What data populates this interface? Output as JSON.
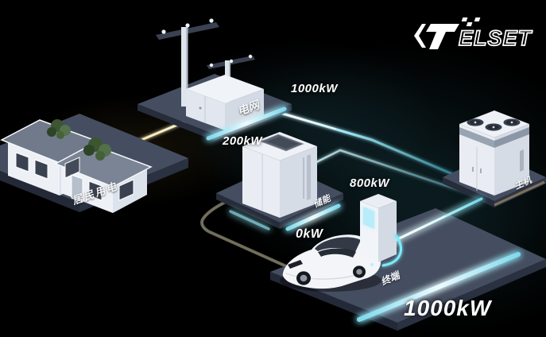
{
  "logo": {
    "brand": "TELSET",
    "mark": "T",
    "letters": "ELSET"
  },
  "nodes": {
    "residential": {
      "label": "居民用电"
    },
    "grid": {
      "label": "电网"
    },
    "storage": {
      "label": "储能"
    },
    "host": {
      "label": "主机"
    },
    "terminal": {
      "label": "终端"
    }
  },
  "flows": {
    "grid_output": {
      "value": "1000kW",
      "from": "电网",
      "to": "主机"
    },
    "residential_supply": {
      "value": "200kW",
      "from": "电网",
      "to": "居民用电"
    },
    "storage_output": {
      "value": "800kW",
      "from": "储能",
      "to": "主机"
    },
    "storage_terminal_idle": {
      "value": "0kW",
      "from": "储能",
      "to": "终端"
    },
    "terminal_charging": {
      "value": "1000kW",
      "from": "主机",
      "to": "终端"
    }
  },
  "colors": {
    "background": "#000000",
    "platform_top": "#454e60",
    "active_beam": "#9ff1ff",
    "idle_beam": "#6e6c58",
    "residential_beam": "#f0dc9a",
    "edge_glow": "#bfeef8"
  }
}
